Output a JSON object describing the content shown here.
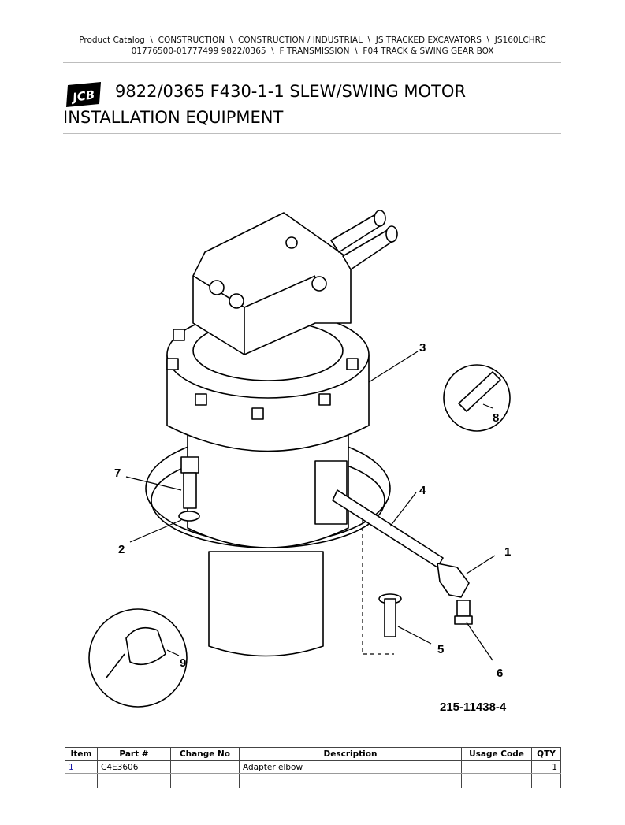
{
  "breadcrumb": {
    "line1": "Product Catalog  \\  CONSTRUCTION  \\  CONSTRUCTION / INDUSTRIAL  \\  JS TRACKED EXCAVATORS  \\  JS160LCHRC",
    "line2": "01776500-01777499 9822/0365  \\  F TRANSMISSION  \\  F04 TRACK & SWING GEAR BOX"
  },
  "logo_text": "JCB",
  "title": "9822/0365 F430-1-1 SLEW/SWING MOTOR INSTALLATION EQUIPMENT",
  "diagram": {
    "callouts": [
      "1",
      "2",
      "3",
      "4",
      "5",
      "6",
      "7",
      "8",
      "9"
    ],
    "drawing_number": "215-11438-4"
  },
  "table": {
    "headers": [
      "Item",
      "Part #",
      "Change No",
      "Description",
      "Usage Code",
      "QTY"
    ],
    "rows": [
      {
        "item": "1",
        "part": "C4E3606",
        "change": "",
        "description": "Adapter elbow",
        "usage": "",
        "qty": "1"
      }
    ]
  }
}
